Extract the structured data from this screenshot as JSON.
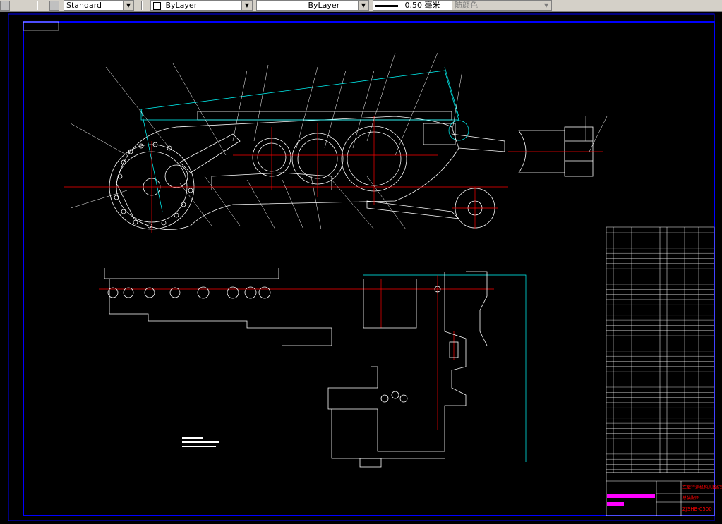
{
  "toolbar": {
    "text_style": "Standard",
    "layer": "ByLayer",
    "linetype": "ByLayer",
    "lineweight": "0.50 毫米",
    "color": "随颜色"
  },
  "drawing": {
    "title_block": {
      "drawing_number": "ZJSHB-0500",
      "title": "车载行走机构总装配图",
      "subtitle": "总装配图"
    }
  },
  "colors": {
    "background": "#000000",
    "frame": "#0000ff",
    "geometry": "#ffffff",
    "center_lines": "#ff0000",
    "hidden": "#00ffff",
    "title_red": "#ff0000",
    "title_magenta": "#ff00ff"
  }
}
